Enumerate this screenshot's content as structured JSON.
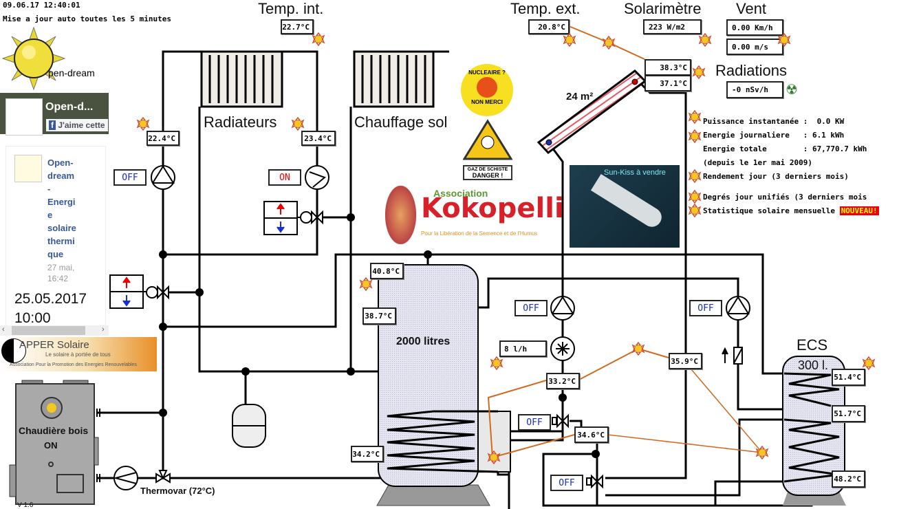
{
  "header": {
    "datetime": "09.06.17 12:40:01",
    "update_note": "Mise a jour auto toutes les 5 minutes",
    "logo_text": "pen-dream"
  },
  "sidebar": {
    "fb_page_name": "Open-d...",
    "fb_like": "J'aime cette",
    "post_title_lines": [
      "Open-",
      "dream",
      "-",
      "Energi",
      "e",
      "solaire",
      "thermi",
      "que"
    ],
    "post_time": [
      "27 mai,",
      "16:42"
    ],
    "post_date": "25.05.2017",
    "post_hour": "10:00",
    "apper_title": "APPER Solaire",
    "apper_sub": "Le solaire à portée de tous",
    "apper_assoc": "Association Pour la Promotion des Energies Renouvelables"
  },
  "labels": {
    "temp_int": "Temp. int.",
    "temp_ext": "Temp. ext.",
    "solarimetre": "Solarimètre",
    "vent": "Vent",
    "radiations": "Radiations",
    "radiateurs": "Radiateurs",
    "chauffage_sol": "Chauffage sol",
    "collector_area": "24 m²",
    "tank": "2000 litres",
    "ecs": "ECS",
    "ecs_volume": "300 l.",
    "boiler": "Chaudière bois",
    "boiler_state": "ON",
    "thermovar": "Thermovar (72°C)",
    "version": "V 1.6"
  },
  "readings": {
    "temp_int": "22.7°C",
    "temp_ext": "20.8°C",
    "solar": "223 W/m2",
    "wind_kmh": "0.00 Km/h",
    "wind_ms": "0.00 m/s",
    "radiation": "-0 nSv/h",
    "collector_out": "38.3°C",
    "collector_in": "37.1°C",
    "rad_supply": "22.4°C",
    "floor_supply": "23.4°C",
    "tank_top": "40.8°C",
    "tank_mid": "38.7°C",
    "tank_bottom": "34.2°C",
    "flow": "8 l/h",
    "solar_return": "33.2°C",
    "solar_mix": "34.6°C",
    "solar_supply": "35.9°C",
    "ecs_top": "51.4°C",
    "ecs_mid": "51.7°C",
    "ecs_bottom": "48.2°C"
  },
  "pumps": {
    "radiator": "OFF",
    "floor": "ON",
    "solar": "OFF",
    "ecs": "OFF",
    "valve1": "OFF",
    "valve2": "OFF"
  },
  "info": {
    "power": "Puissance instantanée :  0.0 KW",
    "daily": "Energie journaliere   : 6.1 kWh",
    "total": "Energie totale        : 67,770.7 kWh",
    "since": "(depuis le 1er mai 2009)",
    "yield": "Rendement jour (3 derniers mois)",
    "dju": "Degrés jour unifiés (3 derniers mois",
    "stats": "Statistique solaire mensuelle",
    "new_badge": "NOUVEAU!"
  },
  "ads": {
    "nuke_top": "NUCLEAIRE ?",
    "nuke_bottom": "NON MERCI",
    "gas_line1": "GAZ DE SCHISTE",
    "gas_line2": "DANGER !",
    "koko_assoc": "Association",
    "koko_name": "Kokopelli",
    "koko_sub": "Pour la Libération de la Semence et de l'Humus",
    "boat": "Sun-Kiss à vendre"
  },
  "colors": {
    "sensor_line": "#d2691e",
    "tank_fill": "#dfe0ee",
    "off": "#1a2fb0",
    "on": "#e00000",
    "badge": "#e00000"
  }
}
